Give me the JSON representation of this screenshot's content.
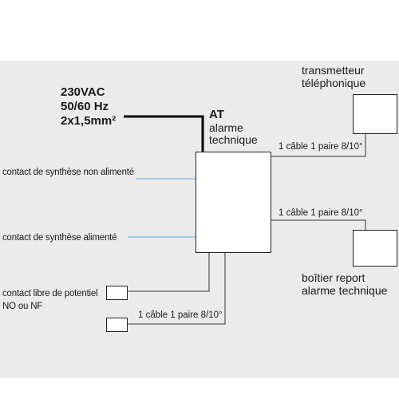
{
  "power_supply": {
    "line1": "230VAC",
    "line2": "50/60 Hz",
    "line3": "2x1,5mm²"
  },
  "at_box": {
    "title": "AT",
    "line1": "alarme",
    "line2": "technique"
  },
  "transmitter": {
    "line1": "transmetteur",
    "line2": "téléphonique"
  },
  "report_box": {
    "line1": "boîtier report",
    "line2": "alarme technique"
  },
  "inputs": {
    "non_powered": "contact de synthèse non alimenté",
    "powered": "contact de synthèse alimenté",
    "free_line1": "contact libre de potentiel",
    "free_line2": "NO ou NF"
  },
  "cables": {
    "to_transmitter": "1 câble 1 paire 8/10°",
    "to_report": "1 câble 1 paire 8/10°",
    "to_contact": "1 câble 1 paire 8/10°"
  },
  "colors": {
    "background": "#ebebeb",
    "wire": "#333333",
    "power_wire": "#000000",
    "signal_line": "#5aaee0"
  }
}
